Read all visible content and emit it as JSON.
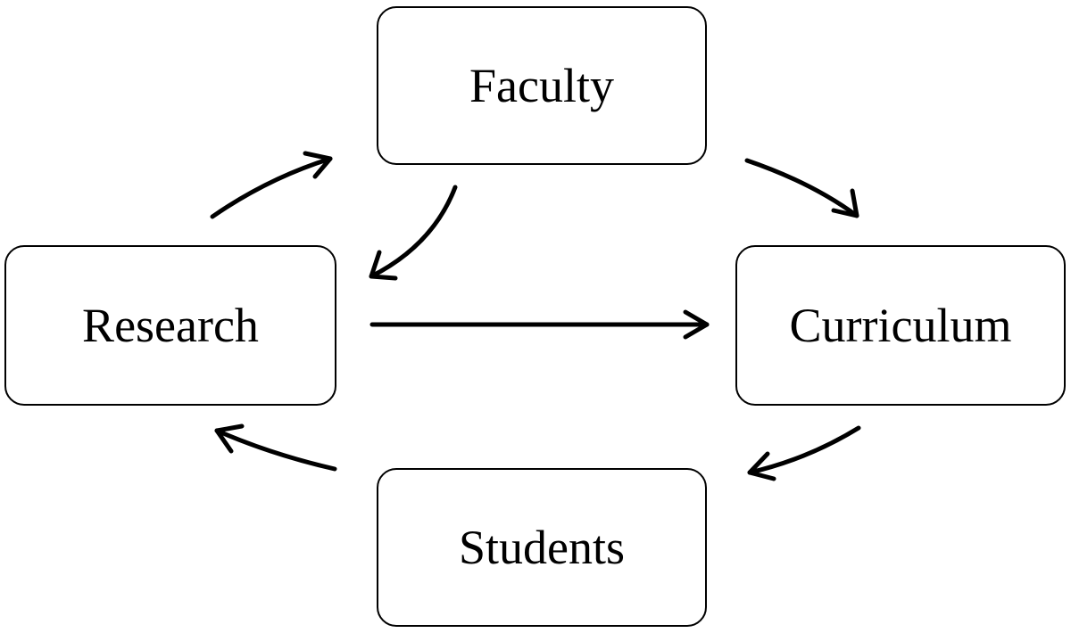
{
  "diagram": {
    "nodes": {
      "faculty": "Faculty",
      "research": "Research",
      "curriculum": "Curriculum",
      "students": "Students"
    },
    "edges": [
      {
        "from": "research",
        "to": "faculty"
      },
      {
        "from": "faculty",
        "to": "research"
      },
      {
        "from": "faculty",
        "to": "curriculum"
      },
      {
        "from": "research",
        "to": "curriculum"
      },
      {
        "from": "curriculum",
        "to": "students"
      },
      {
        "from": "students",
        "to": "research"
      }
    ],
    "colors": {
      "stroke": "#000000",
      "background": "#ffffff"
    }
  }
}
